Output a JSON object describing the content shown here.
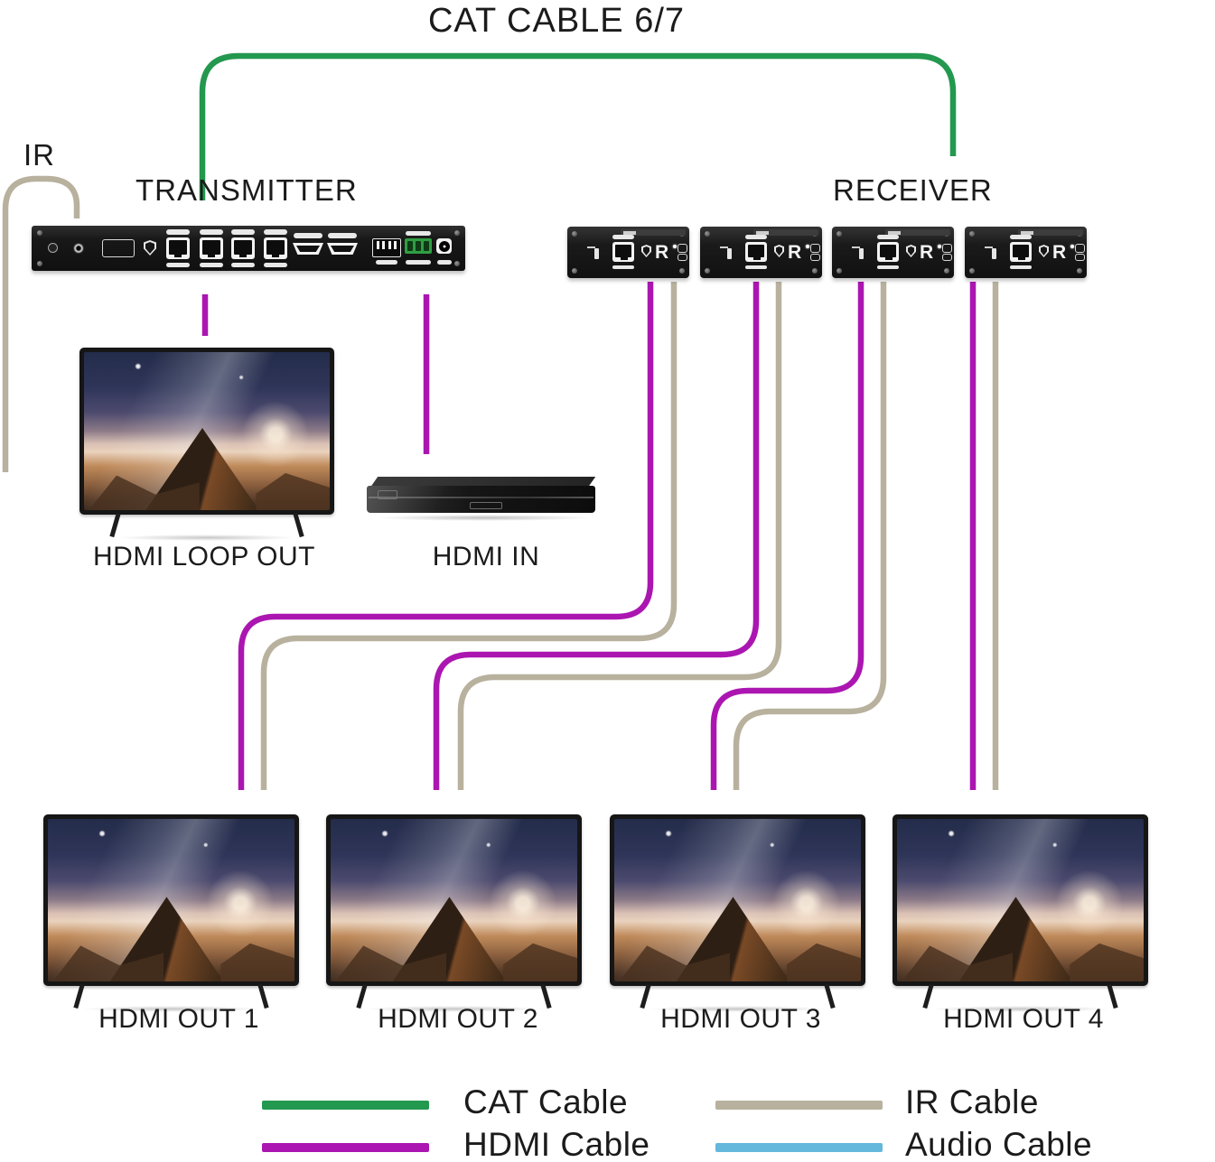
{
  "title": "CAT CABLE 6/7",
  "labels": {
    "ir": "IR",
    "transmitter": "TRANSMITTER",
    "receiver": "RECEIVER",
    "hdmi_loop_out": "HDMI LOOP OUT",
    "hdmi_in": "HDMI IN"
  },
  "outputs": [
    {
      "label": "HDMI OUT 1"
    },
    {
      "label": "HDMI OUT 2"
    },
    {
      "label": "HDMI OUT 3"
    },
    {
      "label": "HDMI OUT 4"
    }
  ],
  "receiver": {
    "port_letter": "R",
    "count": 4
  },
  "colors": {
    "cat_cable": "#23984f",
    "hdmi_cable": "#ab16b1",
    "ir_cable": "#b8b19e",
    "audio_cable": "#63b8dc",
    "text": "#1b1b1b"
  },
  "legend": [
    {
      "label": "CAT Cable",
      "color": "#23984f"
    },
    {
      "label": "IR Cable",
      "color": "#b8b19e"
    },
    {
      "label": "HDMI Cable",
      "color": "#ab16b1"
    },
    {
      "label": "Audio Cable",
      "color": "#63b8dc"
    }
  ]
}
